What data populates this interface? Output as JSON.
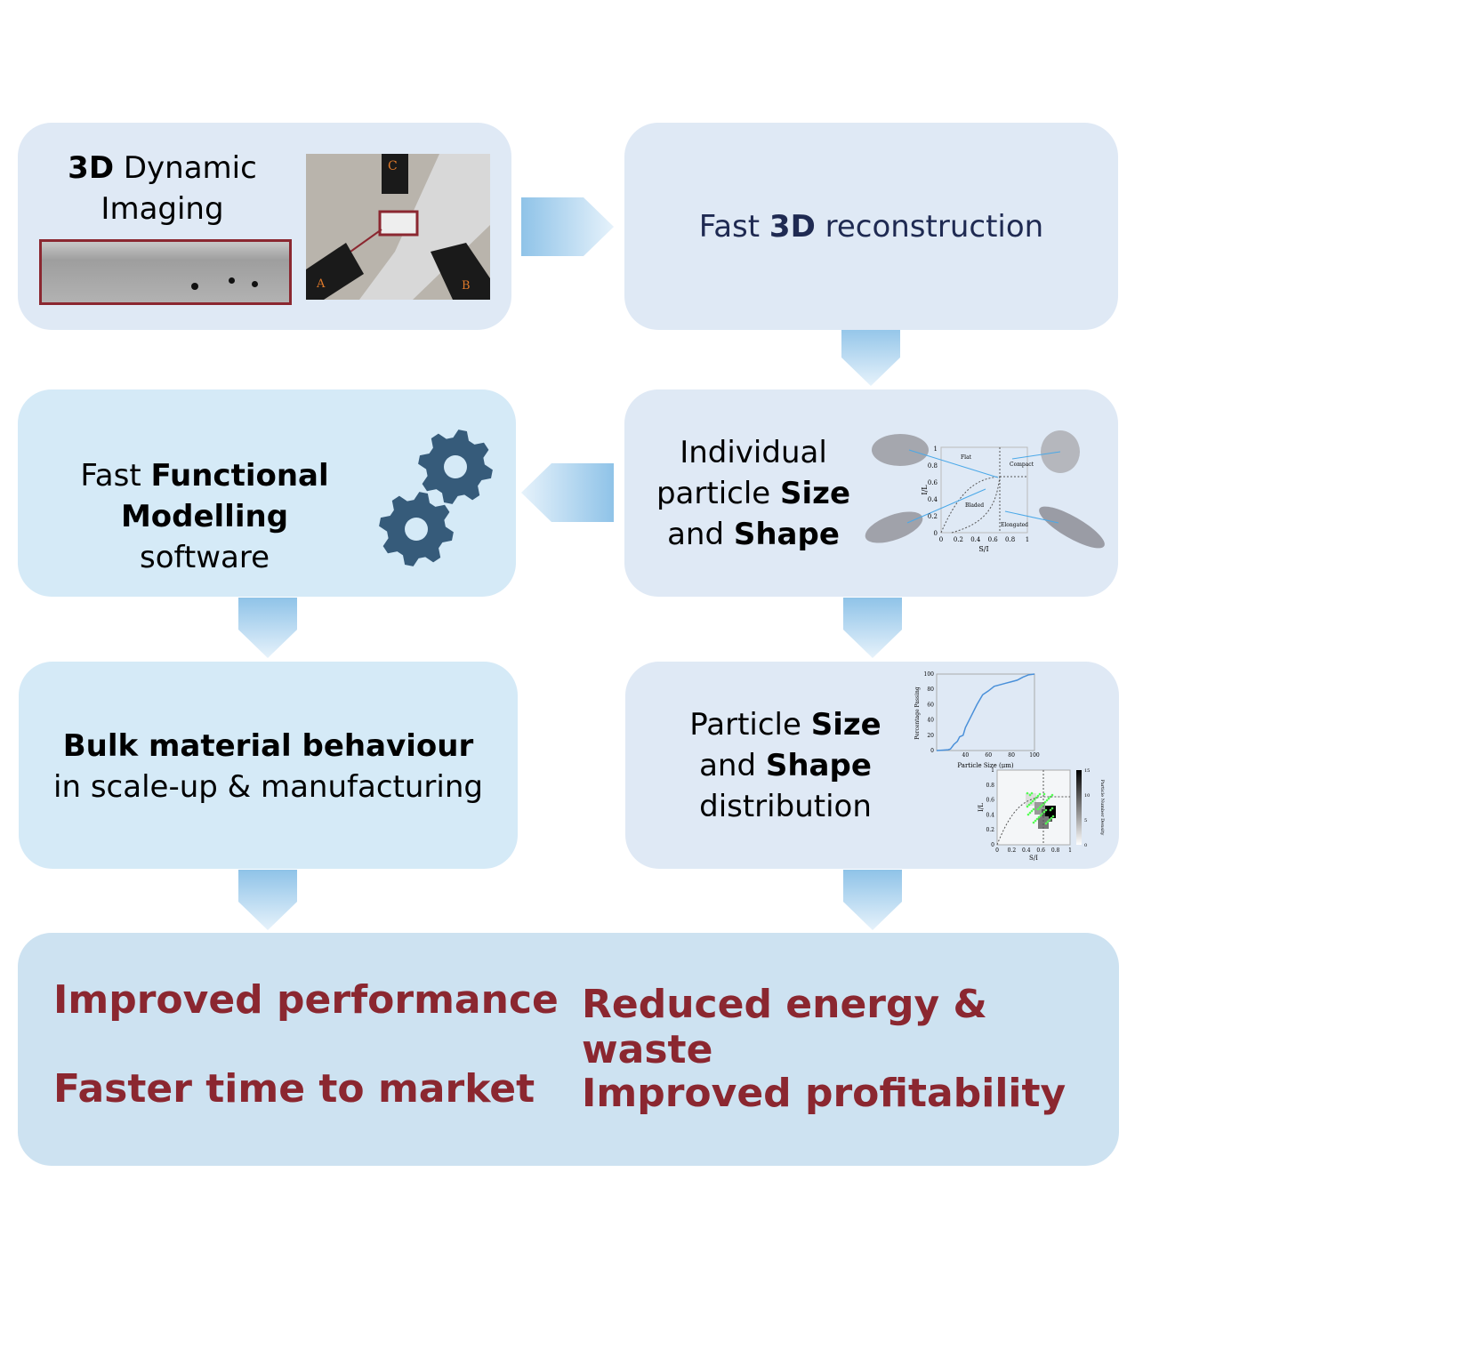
{
  "box1": {
    "bold": "3D",
    "rest": " Dynamic",
    "line2": "Imaging",
    "camera_labels": [
      "C",
      "A",
      "B"
    ]
  },
  "box2": {
    "pre": "Fast ",
    "bold": "3D",
    "post": " reconstruction"
  },
  "box3": {
    "line1": "Individual",
    "line2_pre": "particle ",
    "line2_bold": "Size",
    "line3_pre": "and ",
    "line3_bold": "Shape"
  },
  "box4": {
    "line1_pre": "Fast  ",
    "line1_bold": "Functional",
    "line2_bold": "Modelling",
    "line2_post": " software"
  },
  "box5": {
    "line1_pre": "Particle ",
    "line1_bold": "Size",
    "line2_pre": "and ",
    "line2_bold": "Shape",
    "line3": "distribution"
  },
  "box6": {
    "line1": "Bulk material behaviour",
    "line2": "in scale-up & manufacturing"
  },
  "outcomes": [
    "Improved performance",
    "Reduced energy & waste",
    "Faster time to market",
    "Improved profitability"
  ],
  "colors": {
    "box": "#dfe9f5",
    "box_light": "#d5eaf7",
    "outcome": "#8b2730",
    "gear": "#365b7a",
    "arrow": "#8fc3e8"
  },
  "chart_data": [
    {
      "type": "scatter",
      "xlabel": "S/I",
      "ylabel": "I/L",
      "xlim": [
        0,
        1
      ],
      "ylim": [
        0,
        1
      ],
      "xticks": [
        "0",
        "0.2",
        "0.4",
        "0.6",
        "0.8",
        "1"
      ],
      "yticks": [
        "0",
        "0.2",
        "0.4",
        "0.6",
        "0.8",
        "1"
      ],
      "regions": [
        "Flat",
        "Compact",
        "Bladed",
        "Elongated"
      ]
    },
    {
      "type": "line",
      "xlabel": "Particle Size (μm)",
      "ylabel": "Percentage Passing",
      "xticks": [
        "40",
        "60",
        "80",
        "100"
      ],
      "yticks": [
        "0",
        "20",
        "40",
        "60",
        "80",
        "100"
      ],
      "x": [
        15,
        20,
        25,
        27,
        30,
        33,
        35,
        38,
        40,
        45,
        50,
        55,
        60,
        65,
        70,
        75,
        80,
        85,
        90,
        95,
        100
      ],
      "y": [
        0,
        0.5,
        1,
        2,
        8,
        12,
        18,
        20,
        30,
        45,
        60,
        73,
        78,
        84,
        86,
        88,
        90,
        92,
        96,
        99,
        100
      ]
    },
    {
      "type": "heatmap",
      "xlabel": "S/I",
      "ylabel": "I/L",
      "colorbar_label": "Particle Number Density",
      "xticks": [
        "0",
        "0.2",
        "0.4",
        "0.6",
        "0.8",
        "1"
      ],
      "yticks": [
        "0",
        "0.2",
        "0.4",
        "0.6",
        "0.8",
        "1"
      ],
      "cbticks": [
        "0",
        "5",
        "10",
        "15"
      ]
    }
  ]
}
